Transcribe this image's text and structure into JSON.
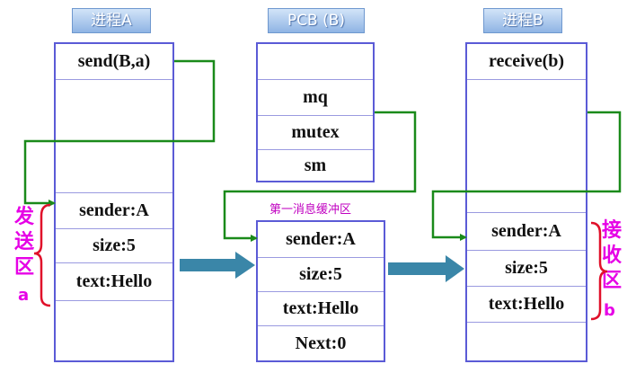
{
  "process_a": {
    "title": "进程A",
    "top_cell": "send(B,a)",
    "buffer_cells": [
      "sender:A",
      "size:5",
      "text:Hello"
    ],
    "side_label": "发送区",
    "side_letter": "a"
  },
  "pcb": {
    "title": "PCB (B)",
    "cells": [
      "mq",
      "mutex",
      "sm"
    ]
  },
  "message": {
    "caption": "第一消息缓冲区",
    "cells": [
      "sender:A",
      "size:5",
      "text:Hello",
      "Next:0"
    ]
  },
  "process_b": {
    "title": "进程B",
    "top_cell": "receive(b)",
    "buffer_cells": [
      "sender:A",
      "size:5",
      "text:Hello"
    ],
    "side_label": "接收区",
    "side_letter": "b"
  },
  "colors": {
    "box_border": "#5b5bd6",
    "link_line": "#1a8a1a",
    "arrow_fill": "#3a86a8",
    "accent_magenta": "#e600e6",
    "bracket_red": "#e0102a"
  }
}
